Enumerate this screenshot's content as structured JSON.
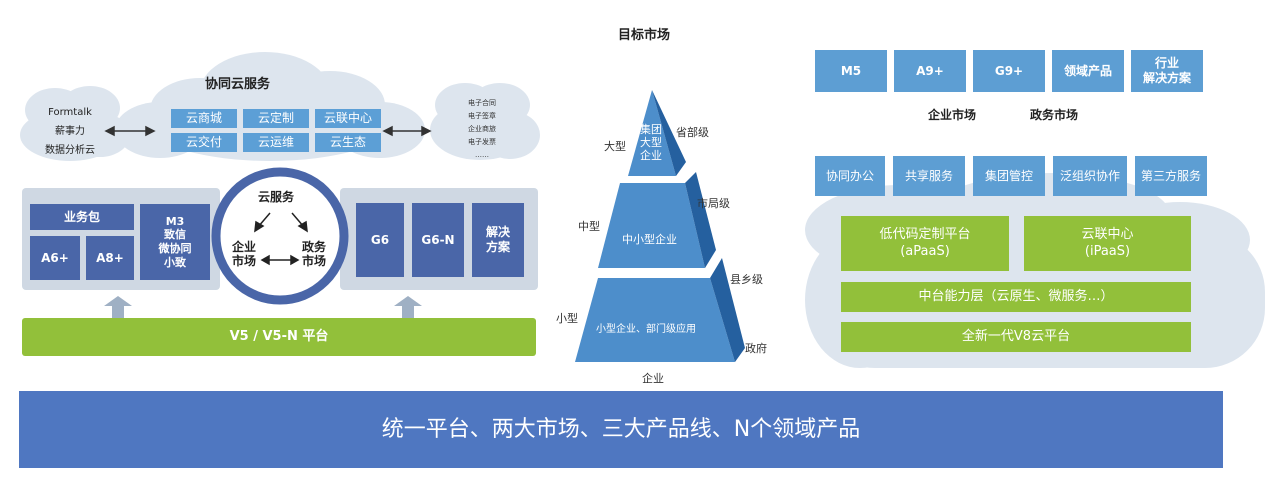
{
  "left": {
    "collab_title": "协同云服务",
    "collab_items": [
      "云商城",
      "云定制",
      "云联中心",
      "云交付",
      "云运维",
      "云生态"
    ],
    "left_cloud_items": [
      "Formtalk",
      "薪事力",
      "数据分析云"
    ],
    "right_cloud_items": [
      "电子合同",
      "电子签章",
      "企业商旅",
      "电子发票",
      "……"
    ],
    "business_pack": "业务包",
    "a6": "A6+",
    "a8": "A8+",
    "m3": [
      "M3",
      "致信",
      "微协同",
      "小致"
    ],
    "circle_top": "云服务",
    "circle_left": [
      "企业",
      "市场"
    ],
    "circle_right": [
      "政务",
      "市场"
    ],
    "g6": "G6",
    "g6n": "G6-N",
    "solution": [
      "解决",
      "方案"
    ],
    "platform": "V5 / V5-N 平台"
  },
  "middle": {
    "title": "目标市场",
    "tier_top": [
      "集团",
      "大型",
      "企业"
    ],
    "tier_mid": "中小型企业",
    "tier_bottom": "小型企业、部门级应用",
    "left_labels": [
      "大型",
      "中型",
      "小型"
    ],
    "right_labels": [
      "省部级",
      "市局级",
      "县乡级",
      "政府"
    ],
    "bottom_label": "企业"
  },
  "right": {
    "top_products": [
      "M5",
      "A9+",
      "G9+",
      "领域产品",
      "行业\n解决方案"
    ],
    "market_labels": [
      "企业市场",
      "政务市场"
    ],
    "services": [
      "协同办公",
      "共享服务",
      "集团管控",
      "泛组织协作",
      "第三方服务"
    ],
    "lowcode": [
      "低代码定制平台",
      "(aPaaS)"
    ],
    "cloudlink": [
      "云联中心",
      "(iPaaS)"
    ],
    "middle_layer": "中台能力层（云原生、微服务…）",
    "v8": "全新一代V8云平台"
  },
  "banner": "统一平台、两大市场、三大产品线、N个领域产品"
}
